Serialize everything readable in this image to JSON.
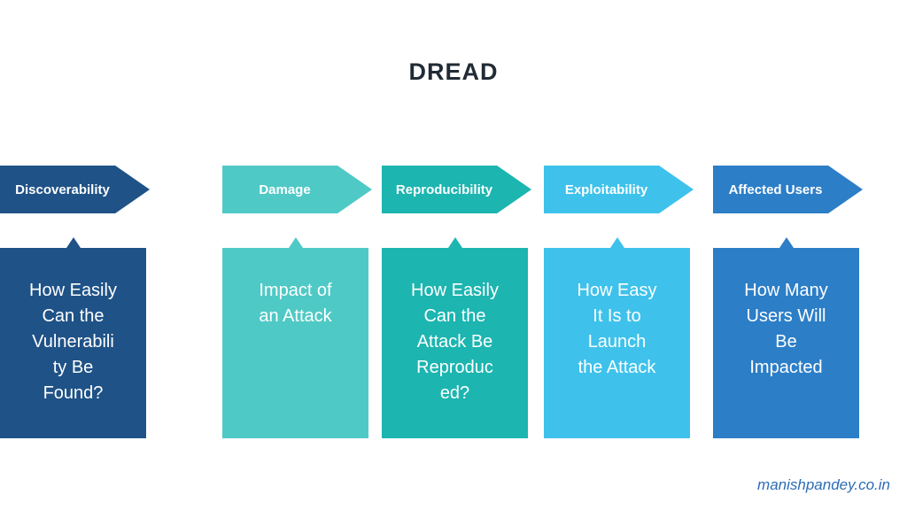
{
  "title": "DREAD",
  "title_color": "#212b36",
  "background_color": "#ffffff",
  "text_color": "#ffffff",
  "columns": [
    {
      "label": "Damage",
      "description": "Impact of\nan Attack",
      "color": "#4fc9c5"
    },
    {
      "label": "Reproducibility",
      "description": "How Easily\nCan the\nAttack Be\nReproduc\ned?",
      "color": "#1cb5b0"
    },
    {
      "label": "Exploitability",
      "description": "How Easy\nIt Is to\nLaunch\nthe Attack",
      "color": "#3ec2eb"
    },
    {
      "label": "Affected Users",
      "description": "How Many\nUsers Will\nBe\nImpacted",
      "color": "#2c7ec7"
    },
    {
      "label": "Discoverability",
      "description": "How Easily\nCan the\nVulnerabili\nty Be\nFound?",
      "color": "#1f5287"
    }
  ],
  "footer": {
    "credit": "manishpandey.co.in",
    "color": "#2b6cb4"
  }
}
